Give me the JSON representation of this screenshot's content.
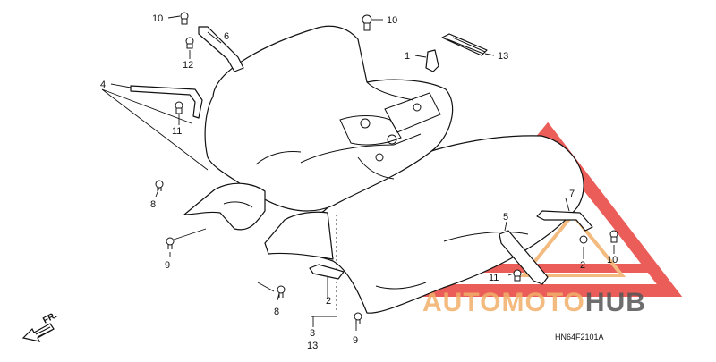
{
  "diagram": {
    "callouts": [
      {
        "id": "c10a",
        "label": "10"
      },
      {
        "id": "c6",
        "label": "6"
      },
      {
        "id": "c12",
        "label": "12"
      },
      {
        "id": "c10b",
        "label": "10"
      },
      {
        "id": "c1",
        "label": "1"
      },
      {
        "id": "c13a",
        "label": "13"
      },
      {
        "id": "c4",
        "label": "4"
      },
      {
        "id": "c11a",
        "label": "11"
      },
      {
        "id": "c8a",
        "label": "8"
      },
      {
        "id": "c9a",
        "label": "9"
      },
      {
        "id": "c7",
        "label": "7"
      },
      {
        "id": "c5",
        "label": "5"
      },
      {
        "id": "c2a",
        "label": "2"
      },
      {
        "id": "c10c",
        "label": "10"
      },
      {
        "id": "c11b",
        "label": "11"
      },
      {
        "id": "c2b",
        "label": "2"
      },
      {
        "id": "c8b",
        "label": "8"
      },
      {
        "id": "c3",
        "label": "3"
      },
      {
        "id": "c13b",
        "label": "13"
      },
      {
        "id": "c9b",
        "label": "9"
      }
    ],
    "direction_label": "FR.",
    "diagram_code": "HN64F2101A"
  },
  "watermark": {
    "text_part1": "AUTOMOTO",
    "text_part2": "HUB",
    "color_primary": "#e8413c",
    "color_secondary": "#f2b06a",
    "color_dark": "#555555"
  }
}
